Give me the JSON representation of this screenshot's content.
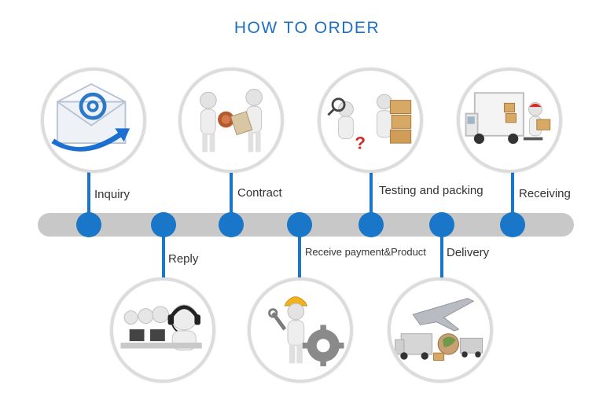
{
  "title": "HOW TO ORDER",
  "colors": {
    "accent": "#1976c8",
    "bar": "#c8c8c8",
    "ring": "#dcdcdc",
    "title": "#1f6fc1"
  },
  "steps": [
    {
      "label": "Inquiry",
      "icon": "email-envelope-icon"
    },
    {
      "label": "Reply",
      "icon": "customer-service-headset-icon"
    },
    {
      "label": "Contract",
      "icon": "contract-signing-icon"
    },
    {
      "label": "Receive payment&Product",
      "icon": "worker-gear-icon"
    },
    {
      "label": "Testing and packing",
      "icon": "inspection-packing-icon"
    },
    {
      "label": "Delivery",
      "icon": "airplane-truck-delivery-icon"
    },
    {
      "label": "Receiving",
      "icon": "delivery-truck-unloading-icon"
    }
  ]
}
